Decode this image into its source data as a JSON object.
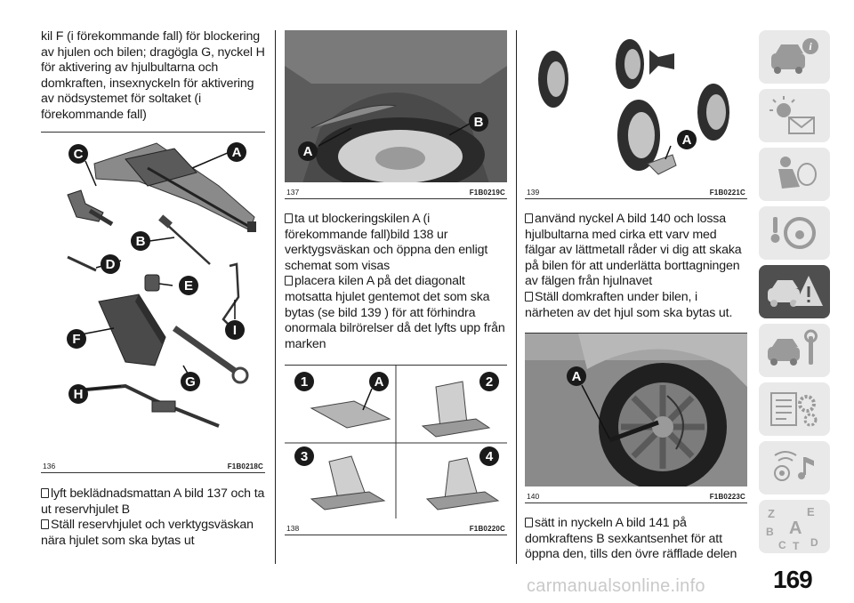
{
  "col1": {
    "intro": "kil F (i förekommande fall) för blockering av hjulen och bilen; dragögla G, nyckel H för aktivering av hjulbultarna och domkraften, insexnyckeln för aktivering av nödsystemet för soltaket (i förekommande fall)",
    "fig136": {
      "number": "136",
      "code": "F1B0218C",
      "labels": {
        "a": "A",
        "b": "B",
        "c": "C",
        "d": "D",
        "e": "E",
        "f": "F",
        "g": "G",
        "h": "H",
        "i": "I"
      }
    },
    "step1": "lyft beklädnadsmattan A bild 137 och ta ut reservhjulet B",
    "step2": "Ställ reservhjulet och verktygsväskan nära hjulet som ska bytas ut"
  },
  "col2": {
    "fig137": {
      "number": "137",
      "code": "F1B0219C",
      "labels": {
        "a": "A",
        "b": "B"
      }
    },
    "step1": "ta ut blockeringskilen A (i förekommande fall)bild 138 ur verktygsväskan och öppna den enligt schemat som visas",
    "step2": "placera kilen A på det diagonalt motsatta hjulet gentemot det som ska bytas (se bild 139 ) för att förhindra onormala bilrörelser då det lyfts upp från marken",
    "fig138": {
      "number": "138",
      "code": "F1B0220C",
      "labels": {
        "n1": "1",
        "n2": "2",
        "n3": "3",
        "n4": "4",
        "a": "A"
      }
    }
  },
  "col3": {
    "fig139": {
      "number": "139",
      "code": "F1B0221C",
      "labels": {
        "a": "A"
      }
    },
    "step1": "använd nyckel A bild 140 och lossa hjulbultarna med cirka ett varv med fälgar av lättmetall råder vi dig att skaka på bilen för att underlätta borttagningen av fälgen från hjulnavet",
    "step2": "Ställ domkraften under bilen, i närheten av det hjul som ska bytas ut.",
    "fig140": {
      "number": "140",
      "code": "F1B0223C",
      "labels": {
        "a": "A"
      }
    },
    "step3": "sätt in nyckeln A bild 141 på domkraftens B sexkantsenhet för att öppna den, tills den övre räfflade delen"
  },
  "sidebar": {
    "tabs": [
      {
        "icon": "car-info-icon",
        "active": false
      },
      {
        "icon": "warning-lights-icon",
        "active": false
      },
      {
        "icon": "airbag-seat-icon",
        "active": false
      },
      {
        "icon": "steering-wheel-icon",
        "active": false
      },
      {
        "icon": "car-emergency-icon",
        "active": true
      },
      {
        "icon": "car-service-icon",
        "active": false
      },
      {
        "icon": "specifications-gear-icon",
        "active": false
      },
      {
        "icon": "multimedia-icon",
        "active": false
      },
      {
        "icon": "alphabetical-index-icon",
        "active": false
      }
    ],
    "index_letters": {
      "z": "Z",
      "e": "E",
      "b": "B",
      "a": "A",
      "c": "C",
      "t": "T",
      "d": "D"
    }
  },
  "page_number": "169",
  "watermark": "carmanualsonline.info",
  "colors": {
    "tab_bg": "#e9e9e9",
    "tab_active": "#4f4f4f",
    "label_bg": "#1a1a1a"
  }
}
